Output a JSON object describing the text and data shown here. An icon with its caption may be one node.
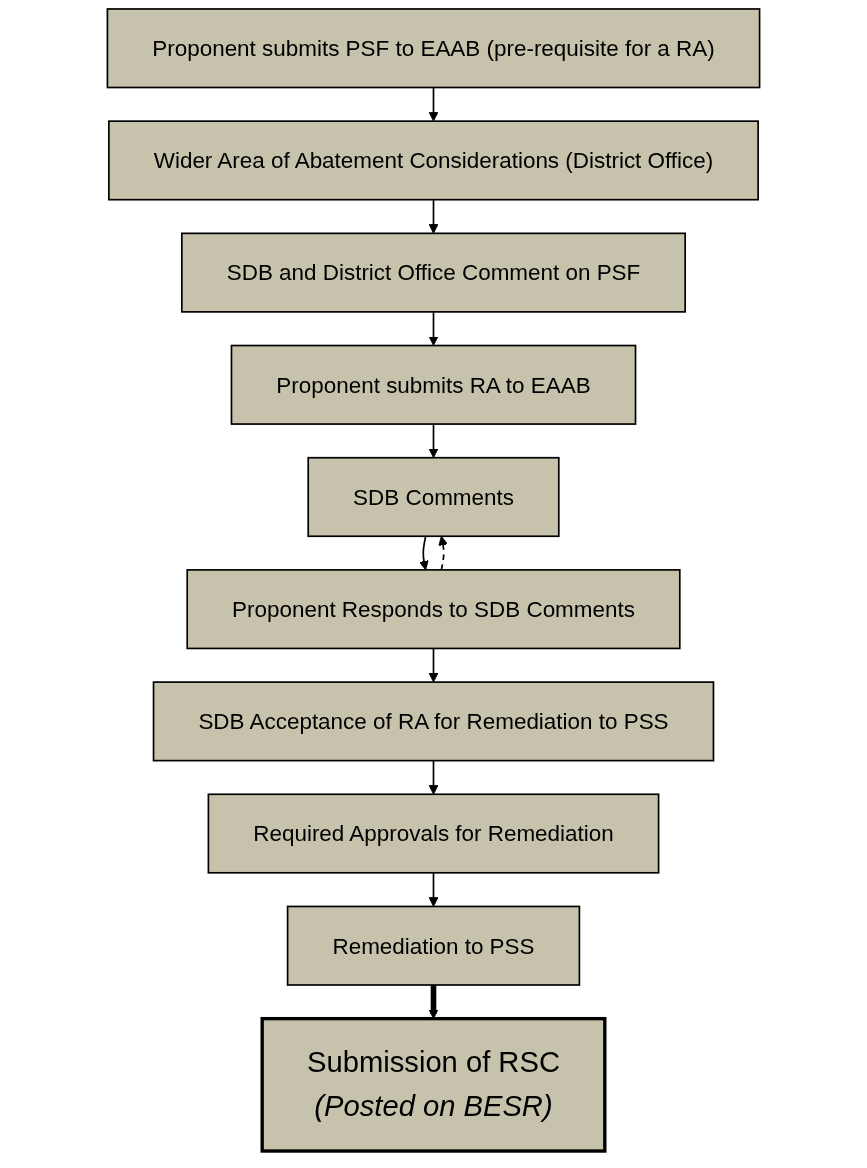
{
  "diagram": {
    "nodes": [
      {
        "text": [
          "Proponent submits PSF to EAAB (pre-requisite for a RA)"
        ]
      },
      {
        "text": [
          "Wider Area of Abatement Considerations (District Office)"
        ]
      },
      {
        "text": [
          "SDB and District Office Comment on PSF"
        ]
      },
      {
        "text": [
          "Proponent submits RA to EAAB"
        ]
      },
      {
        "text": [
          "SDB Comments"
        ]
      },
      {
        "text": [
          "Proponent Responds to SDB Comments"
        ]
      },
      {
        "text": [
          "SDB Acceptance of RA for Remediation to PSS"
        ]
      },
      {
        "text": [
          "Required Approvals for Remediation"
        ]
      },
      {
        "text": [
          "Remediation to PSS"
        ]
      },
      {
        "text": [
          "Submission of RSC",
          "(Posted on BESR)"
        ]
      }
    ],
    "edges": [
      {
        "from": 0,
        "to": 1,
        "arrow": "to"
      },
      {
        "from": 1,
        "to": 2,
        "arrow": "to"
      },
      {
        "from": 2,
        "to": 3,
        "arrow": "to"
      },
      {
        "from": 3,
        "to": 4,
        "arrow": "to"
      },
      {
        "from": 4,
        "to": 5,
        "arrow": "to"
      },
      {
        "from": 5,
        "to": 4,
        "arrow": "to",
        "style": "dashed"
      },
      {
        "from": 5,
        "to": 6,
        "arrow": "to"
      },
      {
        "from": 6,
        "to": 7,
        "arrow": "to"
      },
      {
        "from": 7,
        "to": 8,
        "arrow": "to"
      },
      {
        "from": 8,
        "to": 9,
        "arrow": "to",
        "style": "thick"
      }
    ]
  }
}
